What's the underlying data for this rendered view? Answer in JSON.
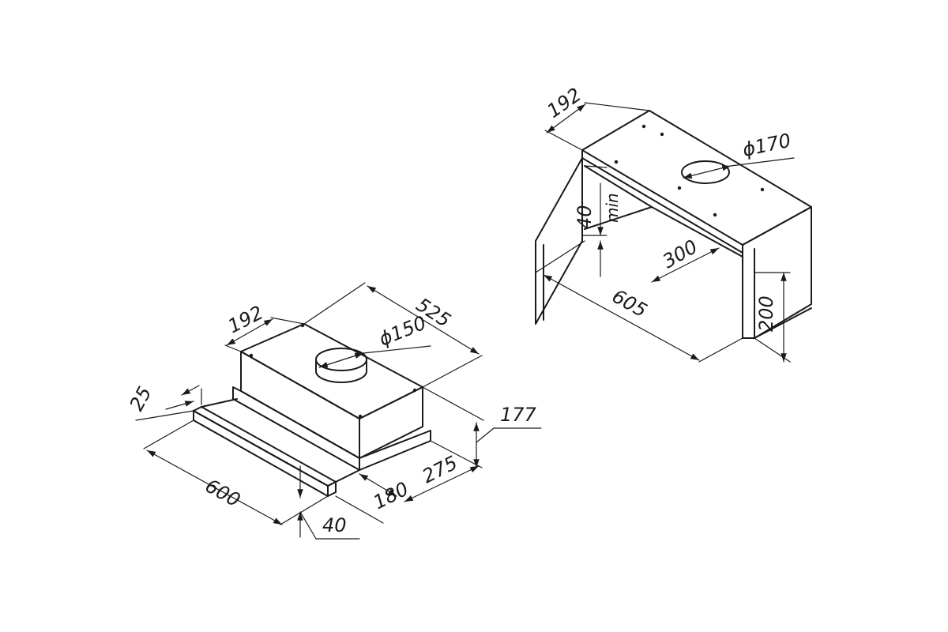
{
  "left_hood": {
    "dim_width": "600",
    "dim_depth": "275",
    "dim_slide_depth": "180",
    "dim_height": "177",
    "dim_body_depth": "525",
    "dim_body_offset": "192",
    "dim_duct": "ϕ150",
    "dim_strip": "25",
    "dim_strip_height": "40"
  },
  "right_cabinet": {
    "dim_offset": "192",
    "dim_duct": "ϕ170",
    "dim_gap": "40",
    "dim_gap_note": "min",
    "dim_depth": "300",
    "dim_width": "605",
    "dim_height": "200"
  },
  "colors": {
    "ink": "#1a1a1a",
    "paper": "#ffffff"
  }
}
